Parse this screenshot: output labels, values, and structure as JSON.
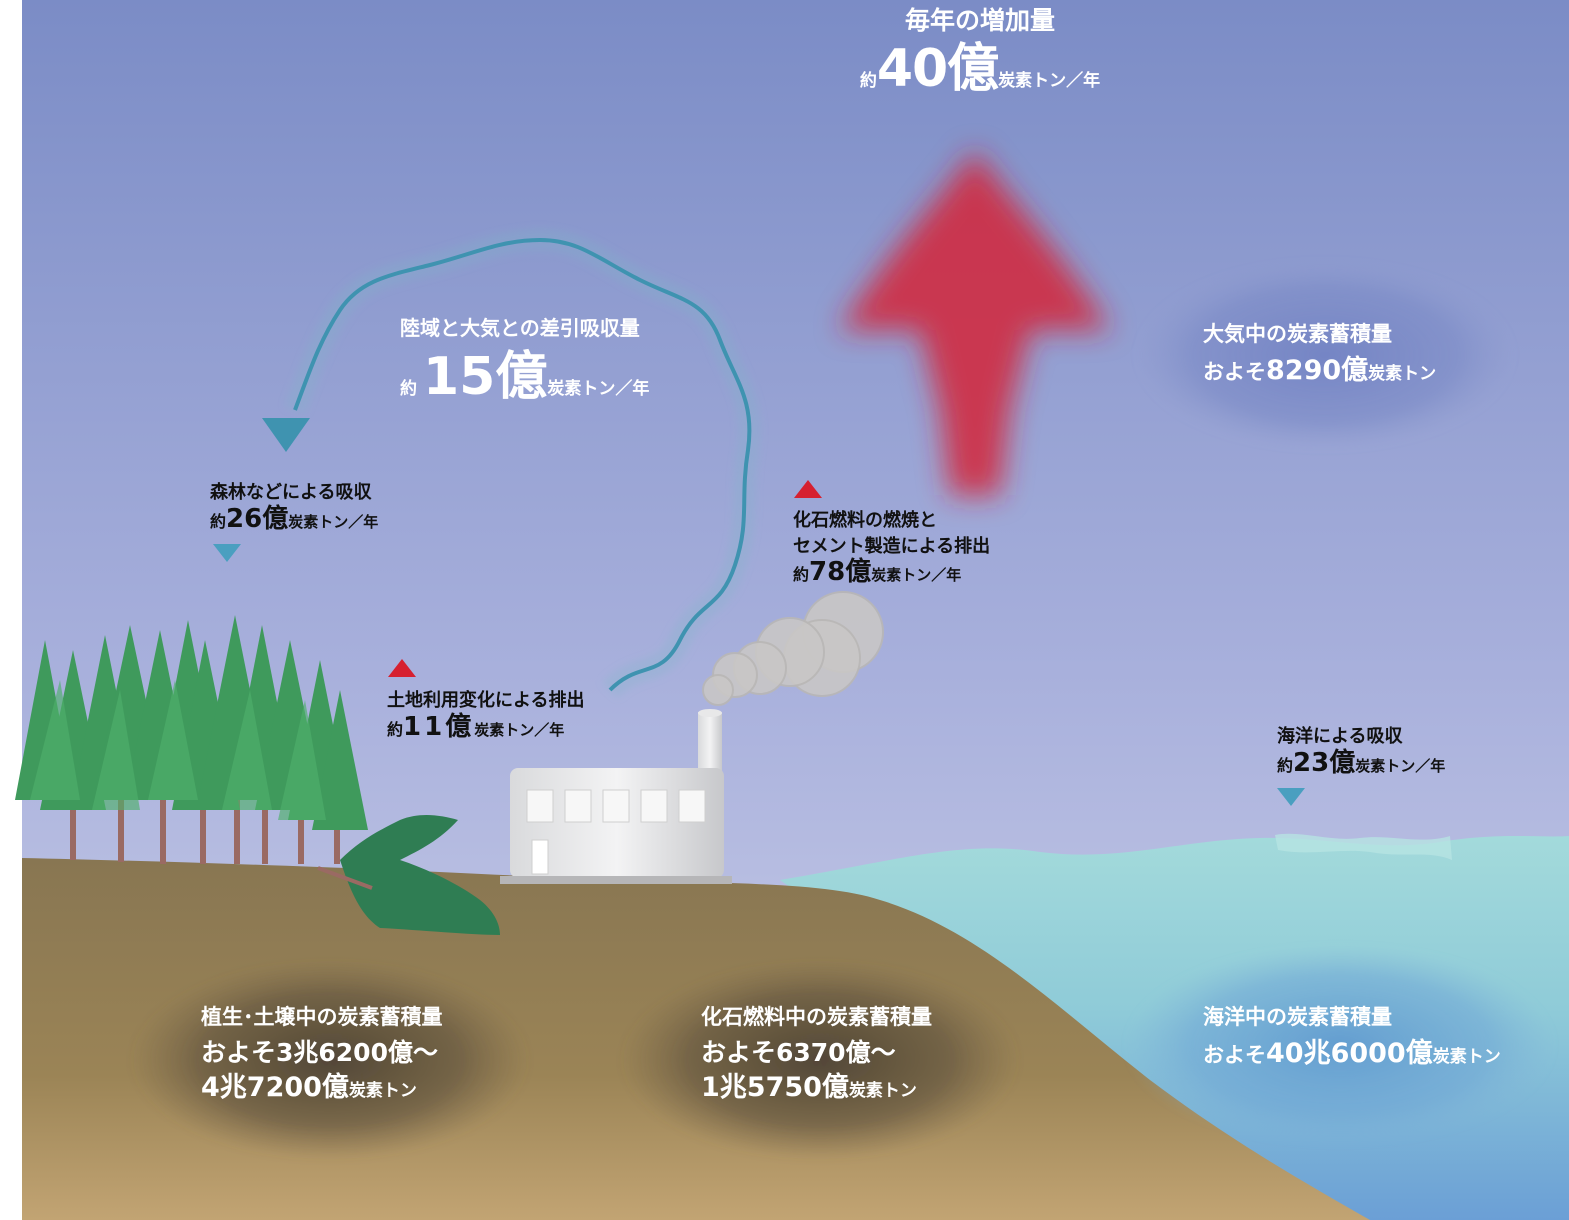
{
  "colors": {
    "sky_top": "#7c8dc6",
    "sky_bottom": "#c5c9e6",
    "land": "#8f7a4f",
    "sea": "#9ad3d6",
    "ocean_deep": "#6a9ed2",
    "increase_arrow": "#d42a3c",
    "net_uptake_arrow": "#3f93b0",
    "emission_triangle": "#d62030",
    "absorption_triangle": "#4a9fc0",
    "tree": "#3f9a5c",
    "trunk": "#9a6a63"
  },
  "annual_increase": {
    "title": "毎年の増加量",
    "prefix": "約",
    "value": "40億",
    "unit": "炭素トン／年"
  },
  "atmosphere_stock": {
    "title": "大気中の炭素蓄積量",
    "prefix": "およそ",
    "value": "8290億",
    "unit": "炭素トン"
  },
  "land_net_uptake": {
    "title": "陸域と大気との差引吸収量",
    "prefix": "約",
    "value": "15億",
    "unit": "炭素トン／年"
  },
  "forest_absorption": {
    "title": "森林などによる吸収",
    "prefix": "約",
    "value": "26億",
    "unit": "炭素トン／年"
  },
  "fossil_emission": {
    "title_line1": "化石燃料の燃焼と",
    "title_line2": "セメント製造による排出",
    "prefix": "約",
    "value": "78億",
    "unit": "炭素トン／年"
  },
  "land_use_emission": {
    "title": "土地利用変化による排出",
    "prefix": "約",
    "value": "11億",
    "unit": "炭素トン／年"
  },
  "ocean_absorption": {
    "title": "海洋による吸収",
    "prefix": "約",
    "value": "23億",
    "unit": "炭素トン／年"
  },
  "vegetation_stock": {
    "title": "植生･土壌中の炭素蓄積量",
    "line2": "およそ3兆6200億～",
    "line3_value": "4兆7200億",
    "unit": "炭素トン"
  },
  "fossil_stock": {
    "title": "化石燃料中の炭素蓄積量",
    "line2": "およそ6370億～",
    "line3_value": "1兆5750億",
    "unit": "炭素トン"
  },
  "ocean_stock": {
    "title": "海洋中の炭素蓄積量",
    "prefix": "およそ",
    "value": "40兆6000億",
    "unit": "炭素トン"
  }
}
